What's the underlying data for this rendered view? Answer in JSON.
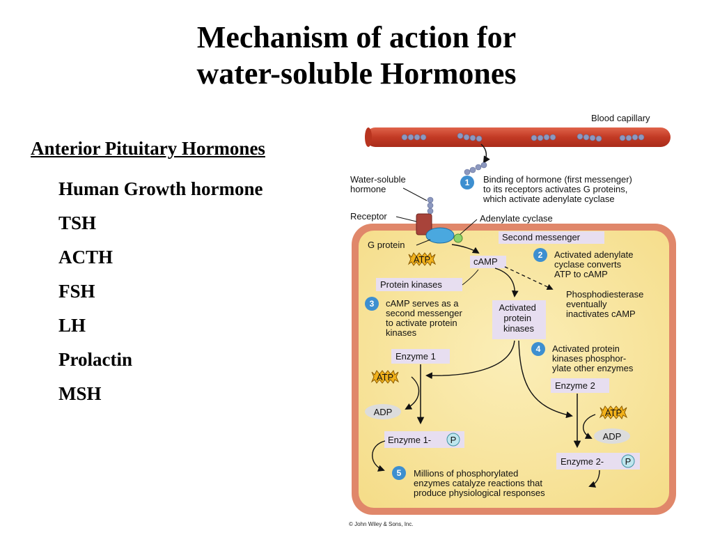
{
  "title": {
    "line1": "Mechanism of action for",
    "line2": "water-soluble Hormones"
  },
  "hormones": {
    "heading": "Anterior Pituitary Hormones",
    "items": [
      "Human Growth hormone",
      "TSH",
      "ACTH",
      "FSH",
      "LH",
      "Prolactin",
      "MSH"
    ]
  },
  "diagram": {
    "blood_capillary": "Blood capillary",
    "water_soluble": [
      "Water-soluble",
      "hormone"
    ],
    "receptor": "Receptor",
    "adenylate_cyclase": "Adenylate cyclase",
    "g_protein": "G protein",
    "second_messenger": "Second messenger",
    "atp": "ATP",
    "camp": "cAMP",
    "protein_kinases": "Protein kinases",
    "activated_kinases": [
      "Activated",
      "protein",
      "kinases"
    ],
    "phosphodiesterase": [
      "Phosphodiesterase",
      "eventually",
      "inactivates cAMP"
    ],
    "enzyme1": "Enzyme 1",
    "enzyme2": "Enzyme 2",
    "adp": "ADP",
    "enzyme1p": "Enzyme 1-",
    "enzyme2p": "Enzyme 2-",
    "p": "P",
    "steps": [
      {
        "num": "1",
        "lines": [
          "Binding of hormone (first messenger)",
          "to its receptors activates G proteins,",
          "which activate adenylate cyclase"
        ]
      },
      {
        "num": "2",
        "lines": [
          "Activated adenylate",
          "cyclase converts",
          "ATP to cAMP"
        ]
      },
      {
        "num": "3",
        "lines": [
          "cAMP serves as a",
          "second messenger",
          "to activate protein",
          "kinases"
        ]
      },
      {
        "num": "4",
        "lines": [
          "Activated protein",
          "kinases phosphor-",
          "ylate other enzymes"
        ]
      },
      {
        "num": "5",
        "lines": [
          "Millions of phosphorylated",
          "enzymes catalyze reactions that",
          "produce physiological responses"
        ]
      }
    ],
    "copyright": "© John Wiley & Sons, Inc.",
    "colors": {
      "capillary": "#c9452e",
      "cell_border": "#e0876a",
      "cytoplasm": "#f8e39a",
      "label_box": "#e7def0",
      "step_circle": "#3d8fd0",
      "atp": "#f2b21b",
      "hormone": "#8c98bf"
    }
  }
}
